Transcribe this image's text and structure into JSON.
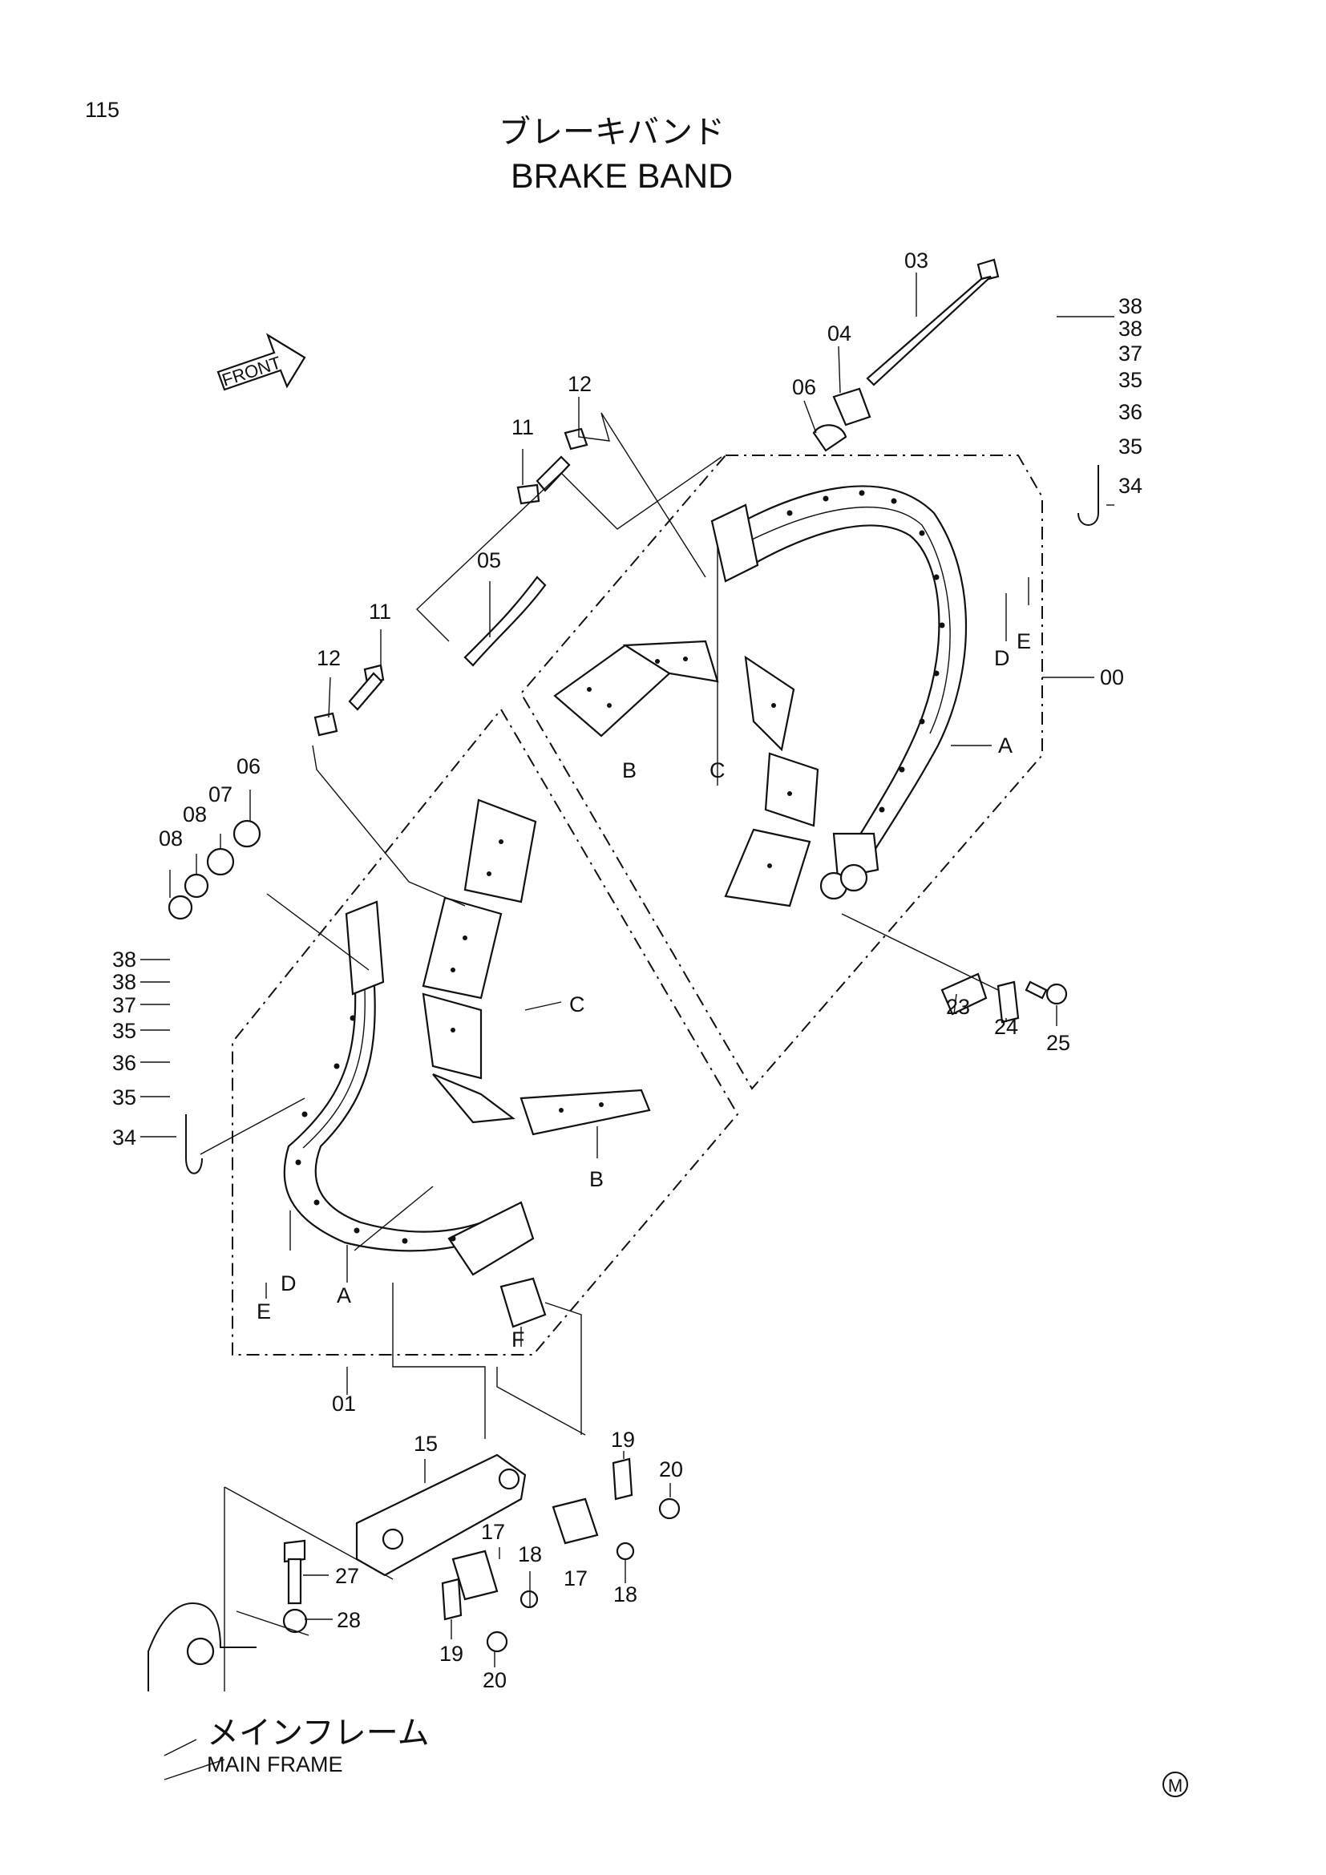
{
  "page_number": "115",
  "title_jp": "ブレーキバンド",
  "title_en": "BRAKE BAND",
  "front_label": "FRONT",
  "main_frame_jp": "メインフレーム",
  "main_frame_en": "MAIN FRAME",
  "mark": "M",
  "callouts": {
    "c03": "03",
    "c04": "04",
    "c06a": "06",
    "c38a": "38",
    "c38b": "38",
    "c37a": "37",
    "c35a": "35",
    "c36a": "36",
    "c35b": "35",
    "c34a": "34",
    "c12a": "12",
    "c11a": "11",
    "c05": "05",
    "c11b": "11",
    "c12b": "12",
    "c06b": "06",
    "c07": "07",
    "c08a": "08",
    "c08b": "08",
    "cEa": "E",
    "cDa": "D",
    "c00": "00",
    "cAa": "A",
    "cBa": "B",
    "cCa": "C",
    "c23": "23",
    "c24": "24",
    "c25": "25",
    "c38c": "38",
    "c38d": "38",
    "c37b": "37",
    "c35c": "35",
    "c36b": "36",
    "c35d": "35",
    "c34b": "34",
    "cCb": "C",
    "cBb": "B",
    "cDb": "D",
    "cEb": "E",
    "cAb": "A",
    "cF": "F",
    "c01": "01",
    "c15": "15",
    "c19a": "19",
    "c20a": "20",
    "c17a": "17",
    "c18a": "18",
    "c17b": "17",
    "c18b": "18",
    "c27": "27",
    "c28": "28",
    "c19b": "19",
    "c20b": "20"
  }
}
